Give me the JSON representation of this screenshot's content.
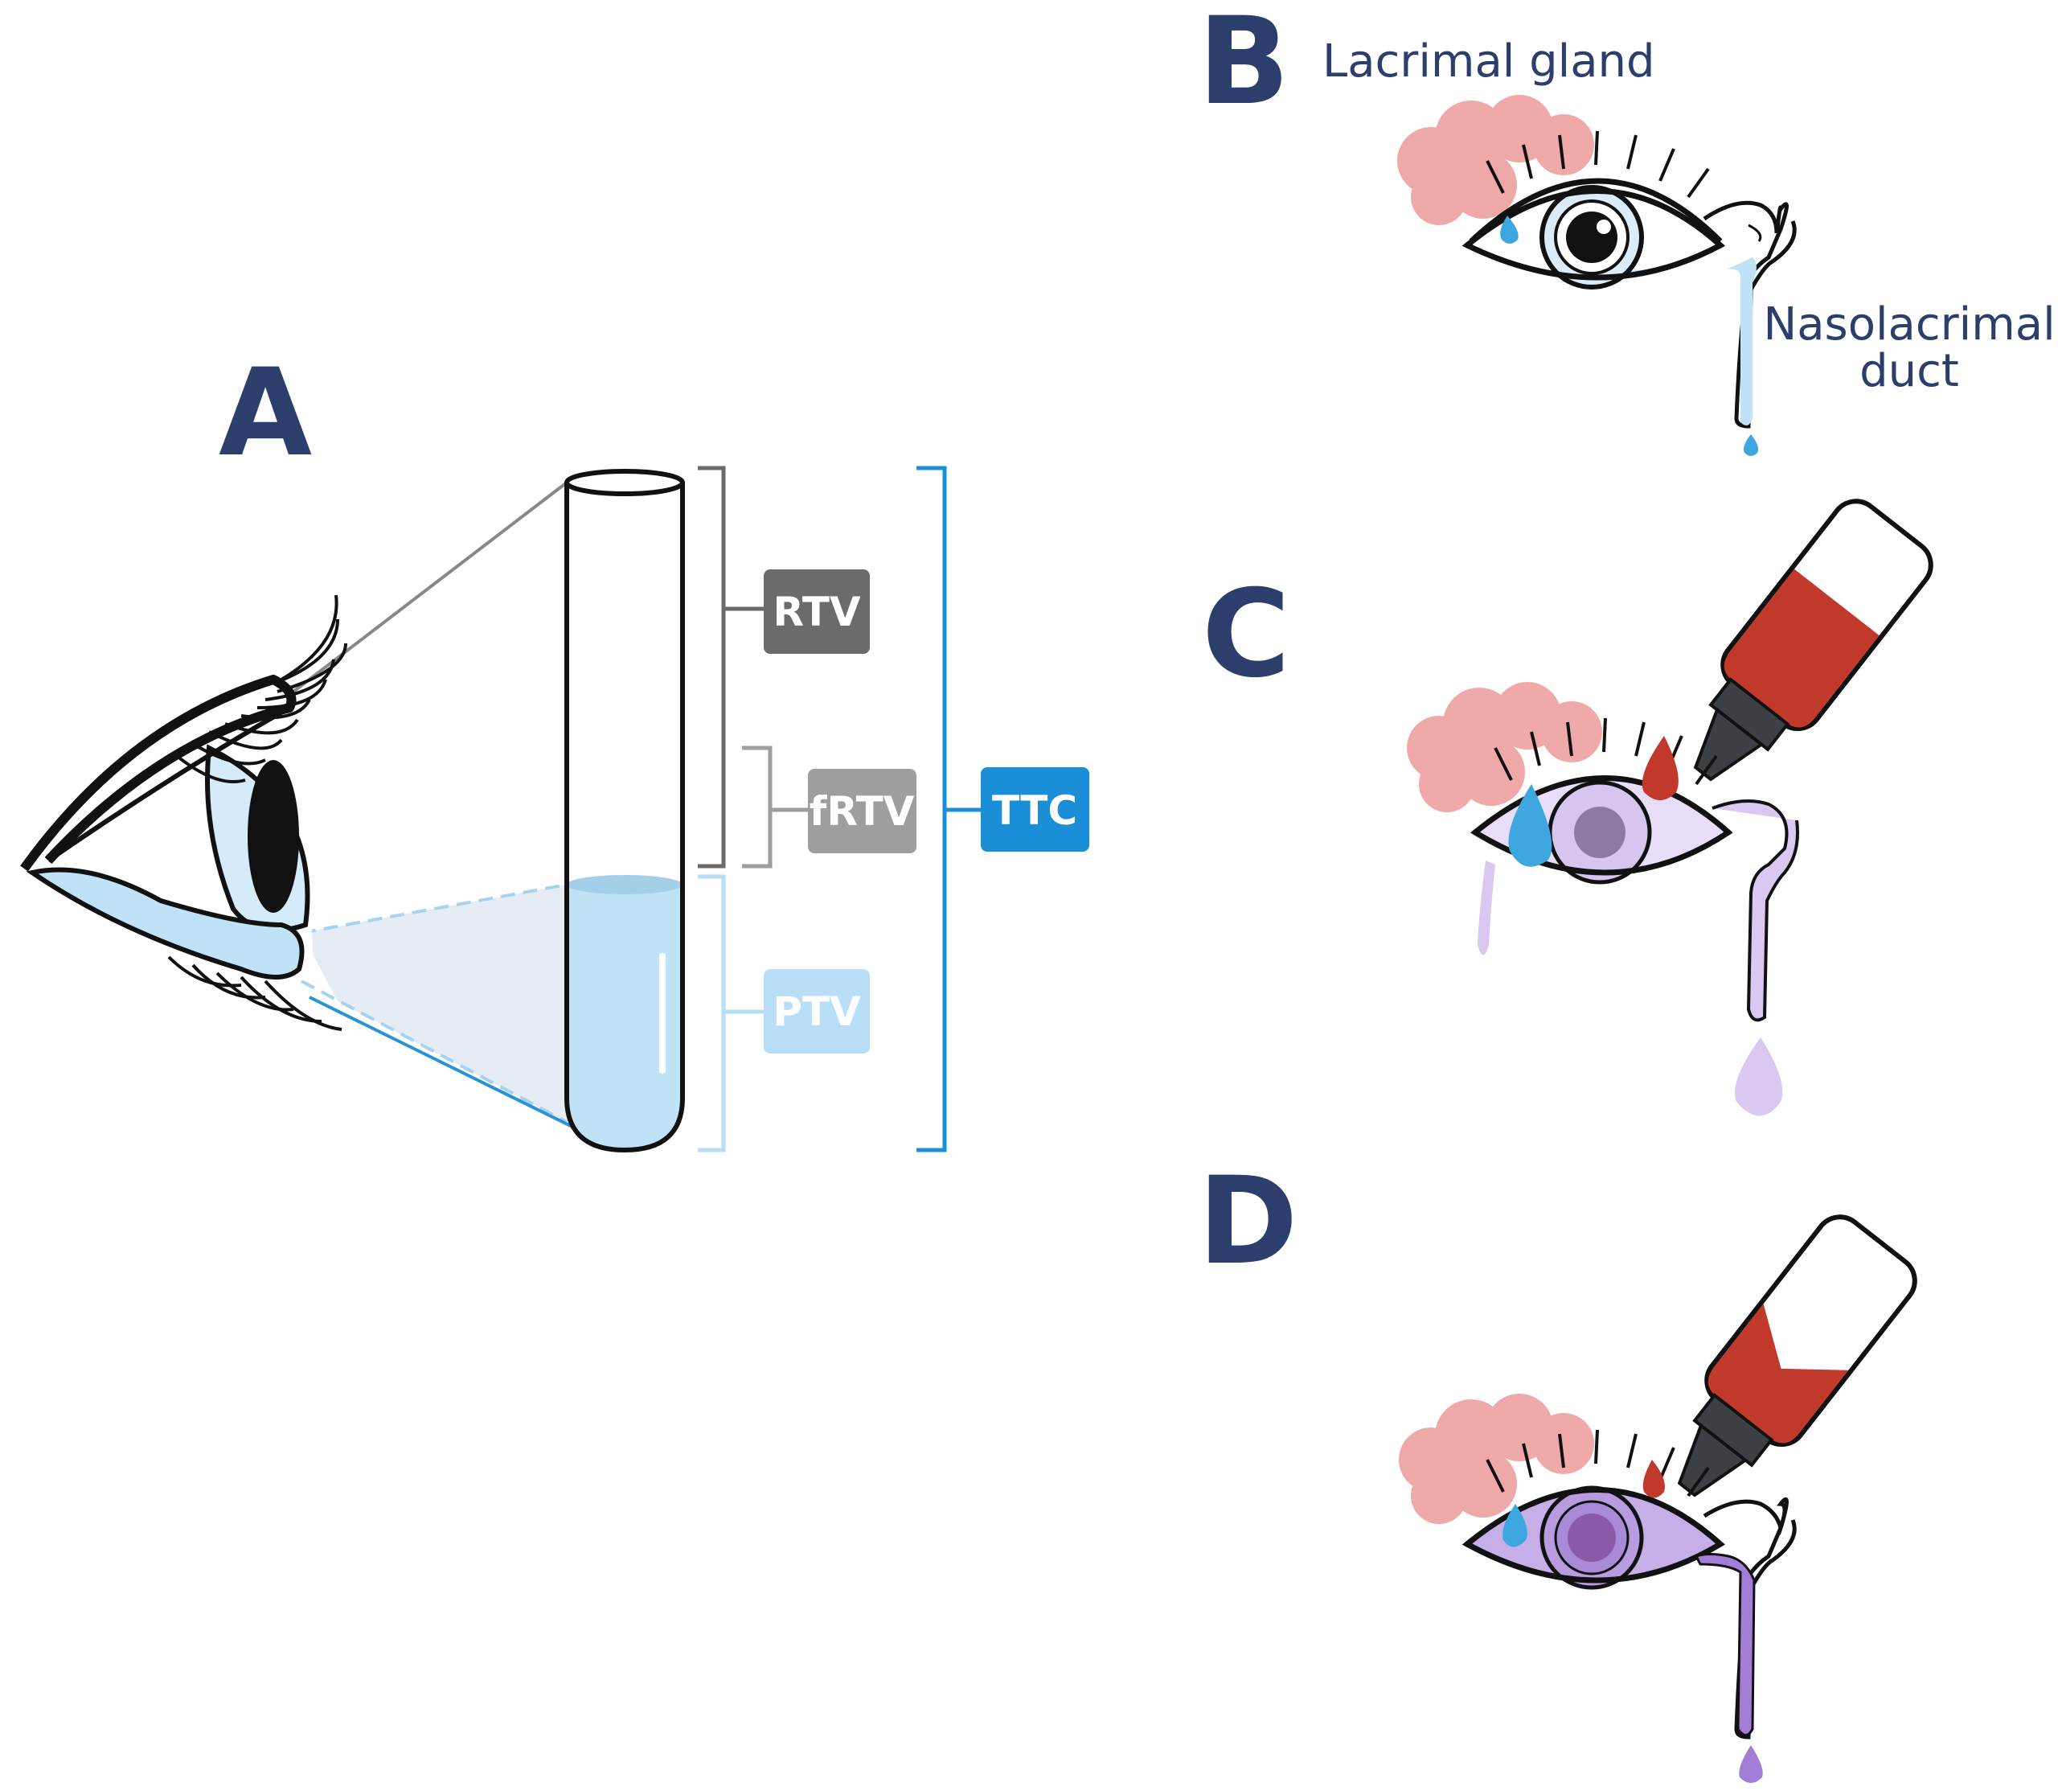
{
  "panels": {
    "a": {
      "letter": "A"
    },
    "b": {
      "letter": "B",
      "gland_label": "Lacrimal gland",
      "duct_label_line1": "Nasolacrimal",
      "duct_label_line2": "duct"
    },
    "c": {
      "letter": "C"
    },
    "d": {
      "letter": "D"
    }
  },
  "volume_labels": {
    "rtv": {
      "text": "RTV",
      "color": "#6b6b6b"
    },
    "frtv": {
      "text": "fRTV",
      "color": "#9e9e9e"
    },
    "ptv": {
      "text": "PTV",
      "color": "#b9def7"
    },
    "ttc": {
      "text": "TTC",
      "color": "#1a8fd8"
    }
  },
  "colors": {
    "letter": "#2c3e6b",
    "tear_blue": "#bfe2f7",
    "drop_blue": "#3fa7e0",
    "gland_pink": "#f0a9a9",
    "dye_red": "#c0392b",
    "bottle_dark": "#3c4045",
    "lavender": "#d9c8f2",
    "purple": "#a27ed6",
    "iris_purple": "#8a5aa8"
  },
  "icons": [
    "eye-profile-icon",
    "test-tube-icon",
    "eye-front-icon",
    "lacrimal-gland-icon",
    "nasolacrimal-duct-icon",
    "tear-drop-icon",
    "dropper-bottle-icon"
  ]
}
